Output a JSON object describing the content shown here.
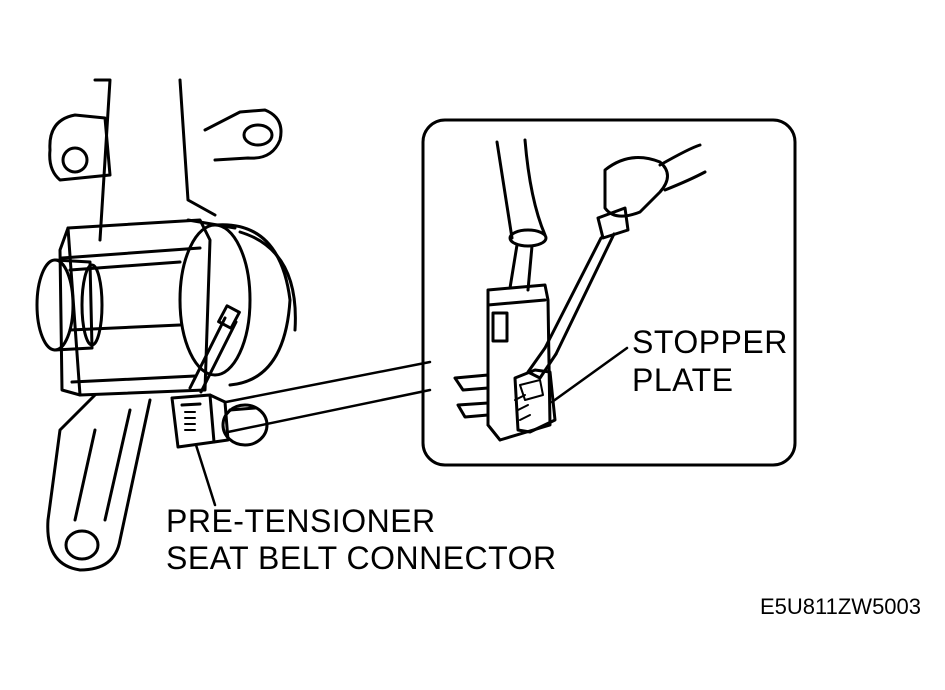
{
  "labels": {
    "stopper_line1": "STOPPER",
    "stopper_line2": "PLATE",
    "connector_line1": "PRE-TENSIONER",
    "connector_line2": "SEAT BELT CONNECTOR",
    "figure_code": "E5U811ZW5003"
  },
  "colors": {
    "ink": "#000000",
    "paper": "#ffffff"
  }
}
